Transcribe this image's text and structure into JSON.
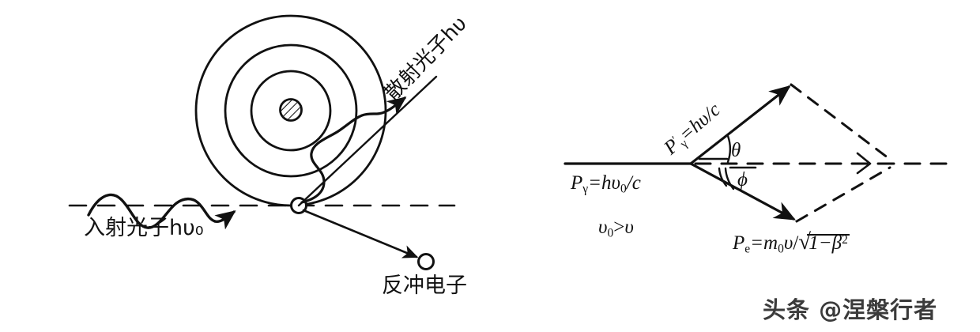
{
  "figure": {
    "title": "Compton scattering diagram",
    "ink_color": "#111111",
    "background": "#ffffff"
  },
  "left_panel": {
    "name": "compton-scattering-schematic",
    "incident_photon_label": "入射光子hυ₀",
    "scattered_photon_label": "散射光子hυ",
    "recoil_electron_label": "反冲电子",
    "atom": {
      "shells": 3,
      "nucleus": "hatched-circle"
    }
  },
  "right_panel": {
    "name": "momentum-vector-diagram",
    "incident_momentum": {
      "symbol": "P",
      "subscript": "γ",
      "equals": "=hυ",
      "sub0": "0",
      "tail": "/c",
      "full": "Pγ=hυ₀/c"
    },
    "scattered_momentum": {
      "symbol": "P",
      "prime": "′",
      "subscript": "γ",
      "expr": "=hυ/c",
      "full": "Pγ′=hυ/c"
    },
    "electron_momentum": {
      "symbol": "P",
      "subscript": "e",
      "equals": "=m",
      "sub0": "0",
      "vel": "υ",
      "slash": "/",
      "radicand_a": "1−β",
      "radicand_exp": "2",
      "radical_sign": "√",
      "full": "Pe=m0υ/√(1−β²)"
    },
    "velocity_inequality": {
      "left": "υ",
      "left_sub": "0",
      "op": ">",
      "right": "υ",
      "full": "υ₀>υ"
    },
    "angle_theta": "θ",
    "angle_phi": "ϕ"
  },
  "watermark": {
    "text": "头条 @涅槃行者"
  }
}
